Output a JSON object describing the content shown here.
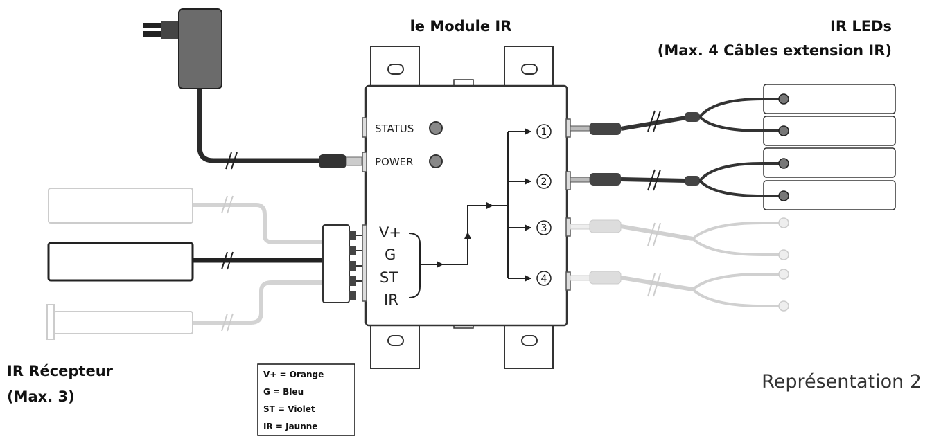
{
  "diagram": {
    "module_title": "le Module IR",
    "leds_title_line1": "IR LEDs",
    "leds_title_line2": "(Max. 4 Câbles extension IR)",
    "receiver_title_line1": "IR Récepteur",
    "receiver_title_line2": "(Max. 3)",
    "caption": "Représentation 2",
    "indicators": {
      "status": "STATUS",
      "power": "POWER"
    },
    "pins": [
      "V+",
      "G",
      "ST",
      "IR"
    ],
    "ports": [
      "1",
      "2",
      "3",
      "4"
    ],
    "legend": [
      "V+ = Orange",
      "G = Bleu",
      "ST = Violet",
      "IR = Jaunne"
    ]
  }
}
